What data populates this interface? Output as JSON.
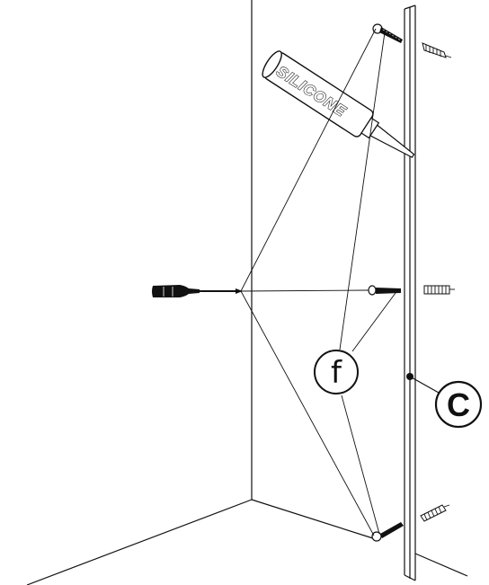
{
  "diagram": {
    "tube_label": "SILICONE",
    "callouts": {
      "f": "f",
      "c": "C"
    }
  }
}
